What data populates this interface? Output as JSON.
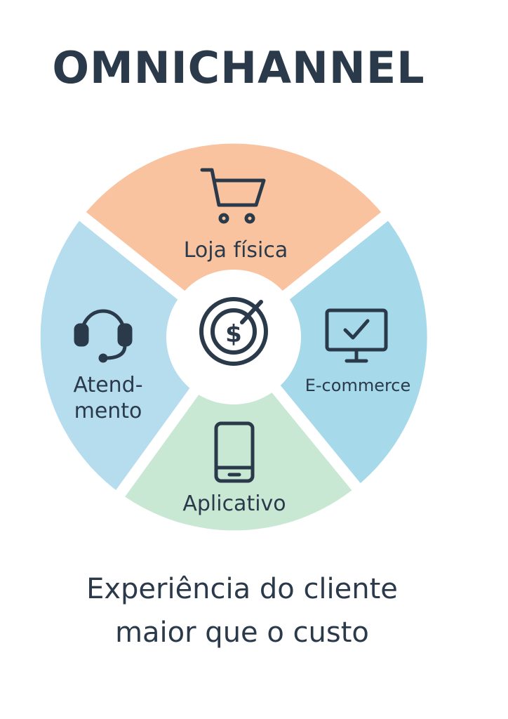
{
  "title": "OMNICHANNEL",
  "center": {
    "icon": "target-dollar-icon"
  },
  "segments": [
    {
      "label": "Loja física",
      "icon": "shopping-cart-icon",
      "color": "#F9C3A0"
    },
    {
      "label": "E-commerce",
      "icon": "monitor-check-icon",
      "color": "#A6DAEB"
    },
    {
      "label": "Aplicativo",
      "icon": "smartphone-icon",
      "color": "#C8E8D4"
    },
    {
      "label_line1": "Atend-",
      "label_line2": "mento",
      "icon": "headset-icon",
      "color": "#B5DDEE"
    }
  ],
  "tagline": {
    "line1": "Experiência do cliente",
    "line2": "maior que o custo"
  }
}
